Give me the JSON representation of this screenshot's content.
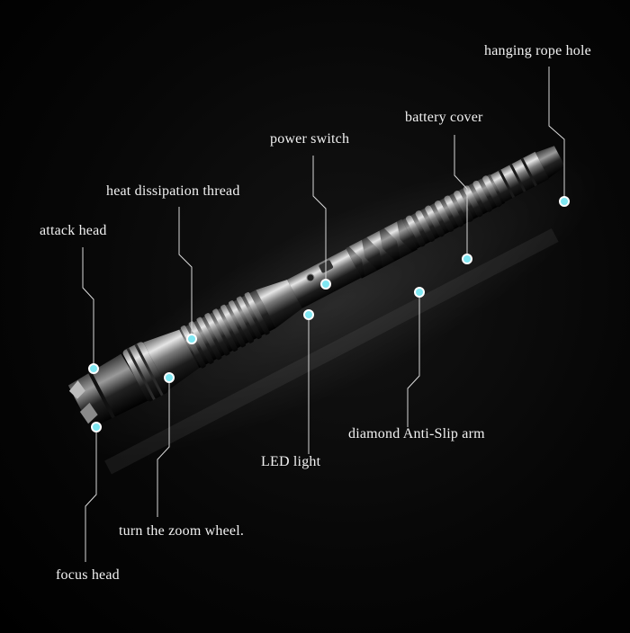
{
  "labels": {
    "hanging_rope_hole": "hanging rope hole",
    "battery_cover": "battery cover",
    "power_switch": "power switch",
    "heat_dissipation_thread": "heat dissipation thread",
    "attack_head": "attack head",
    "diamond_anti_slip_arm": "diamond Anti-Slip arm",
    "led_light": "LED light",
    "turn_zoom_wheel": "turn the zoom wheel.",
    "focus_head": "focus head"
  },
  "colors": {
    "background": "#000000",
    "marker_fill": "#7fe7f2",
    "marker_ring": "#ffffff",
    "leader_line": "#d8d8d8",
    "label_text": "#f2f2f2"
  }
}
